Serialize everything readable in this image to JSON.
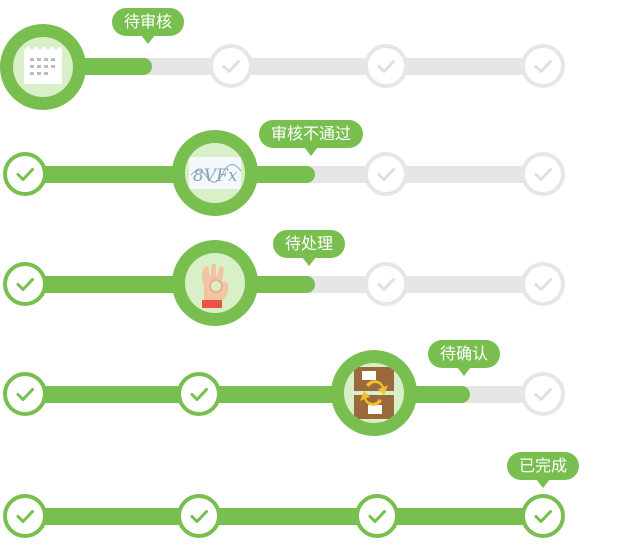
{
  "colors": {
    "accent": "#78bf4f",
    "track": "#e6e6e6",
    "icon_bg": "#d9efc7"
  },
  "steps": [
    {
      "status_label": "待审核",
      "big_icon": "calendar-icon"
    },
    {
      "status_label": "审核不通过",
      "big_icon": "captcha-icon"
    },
    {
      "status_label": "待处理",
      "big_icon": "ok-hand-icon"
    },
    {
      "status_label": "待确认",
      "big_icon": "exchange-boxes-icon"
    },
    {
      "status_label": "已完成",
      "big_icon": "check-icon"
    }
  ]
}
